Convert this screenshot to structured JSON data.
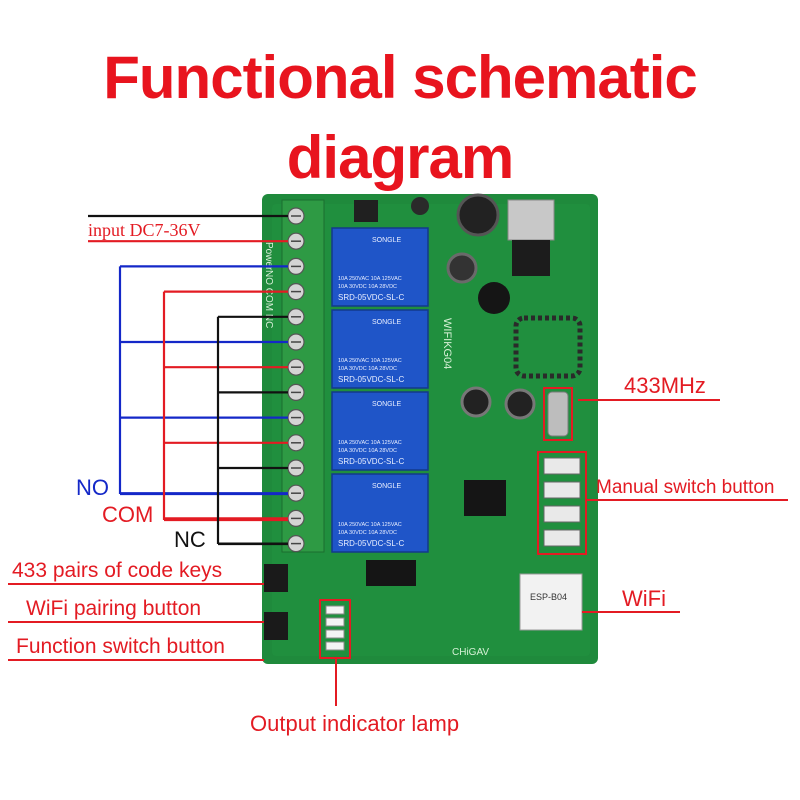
{
  "title": "Functional schematic diagram",
  "labels": {
    "input": "input DC7-36V",
    "no": "NO",
    "com": "COM",
    "nc": "NC",
    "code_keys": "433 pairs of code keys",
    "wifi_pairing": "WiFi pairing button",
    "function_switch": "Function switch button",
    "output_lamp": "Output indicator lamp",
    "freq": "433MHz",
    "manual": "Manual switch button",
    "wifi": "WiFi"
  },
  "board": {
    "model": "WIFIKG04",
    "brand": "CHiGAV",
    "wifi_module": "ESP-B04",
    "relay_brand": "SONGLE",
    "relay_model": "SRD-05VDC-SL-C",
    "relay_rating_1": "10A 250VAC  10A 125VAC",
    "relay_rating_2": "10A 30VDC  10A 28VDC",
    "terminal_power": "Power",
    "terminal_text": "NO COM NC"
  },
  "colors": {
    "red": "#e31b23",
    "blue": "#1428c8",
    "black": "#111111",
    "pcb": "#1f8a3c",
    "terminal": "#2e9a44",
    "relay": "#1f55c8"
  }
}
